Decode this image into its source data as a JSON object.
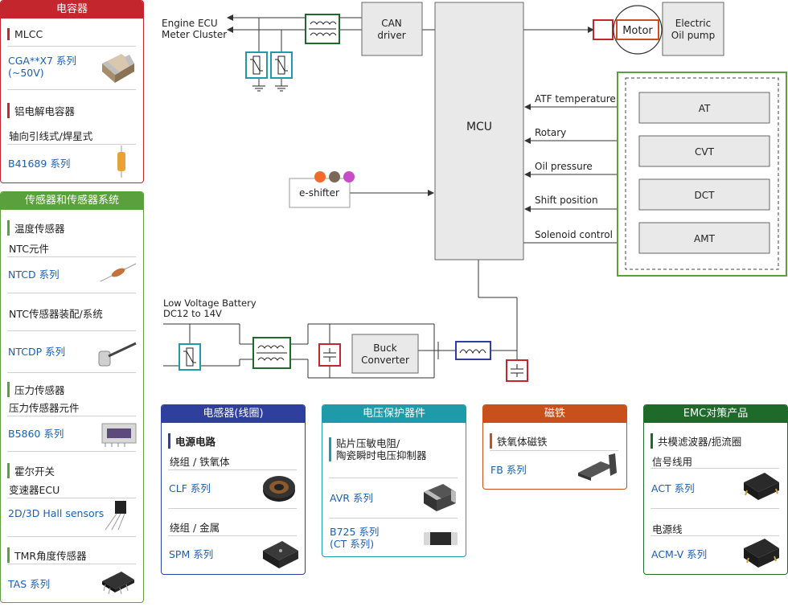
{
  "diagram": {
    "engine_ecu": "Engine ECU",
    "meter_cluster": "Meter Cluster",
    "can_driver_1": "CAN",
    "can_driver_2": "driver",
    "mcu": "MCU",
    "motor": "Motor",
    "oil_pump_1": "Electric",
    "oil_pump_2": "Oil pump",
    "eshifter": "e-shifter",
    "signals": [
      "ATF temperature",
      "Rotary",
      "Oil pressure",
      "Shift position",
      "Solenoid control"
    ],
    "transmissions": [
      "AT",
      "CVT",
      "DCT",
      "AMT"
    ],
    "battery_1": "Low Voltage Battery",
    "battery_2": "DC12 to 14V",
    "buck_1": "Buck",
    "buck_2": "Converter"
  },
  "capacitors": {
    "title": "电容器",
    "mlcc": "MLCC",
    "mlcc_link_1": "CGA**X7 系列",
    "mlcc_link_2": "(~50V)",
    "alu": "铝电解电容器",
    "alu_sub": "轴向引线式/焊星式",
    "alu_link": "B41689 系列"
  },
  "sensors": {
    "title": "传感器和传感器系统",
    "temp": "温度传感器",
    "ntc_elem": "NTC元件",
    "ntcd_link": "NTCD 系列",
    "ntc_assy": "NTC传感器装配/系统",
    "ntcdp_link": "NTCDP 系列",
    "pressure": "压力传感器",
    "pressure_elem": "压力传感器元件",
    "b5860_link": "B5860 系列",
    "hall": "霍尔开关",
    "trans_ecu": "变速器ECU",
    "hall_link": "2D/3D Hall sensors",
    "tmr": "TMR角度传感器",
    "tas_link": "TAS 系列"
  },
  "inductors": {
    "title": "电感器(线圈)",
    "power": "电源电路",
    "ferrite": "绕组 / 铁氧体",
    "clf_link": "CLF 系列",
    "metal": "绕组 / 金属",
    "spm_link": "SPM 系列"
  },
  "protection": {
    "title": "电压保护器件",
    "varistor_1": "贴片压敏电阻/",
    "varistor_2": "陶瓷瞬时电压抑制器",
    "avr_link": "AVR 系列",
    "b725_link_1": "B725 系列",
    "b725_link_2": "(CT 系列)"
  },
  "ferrites": {
    "title": "磁铁",
    "ferrite_core": "铁氧体磁铁",
    "fb_link": "FB 系列"
  },
  "emc": {
    "title": "EMC对策产品",
    "cm_filter": "共模滤波器/扼流圈",
    "signal_line": "信号线用",
    "act_link": "ACT 系列",
    "power_line": "电源线",
    "acmv_link": "ACM-V 系列"
  },
  "colors": {
    "capacitor_red": "#c4262e",
    "sensor_green": "#5aa03c",
    "inductor_blue": "#2f3f9e",
    "protection_teal": "#1f9aa8",
    "ferrite_orange": "#c8511b",
    "emc_darkgreen": "#1d6a2b"
  }
}
